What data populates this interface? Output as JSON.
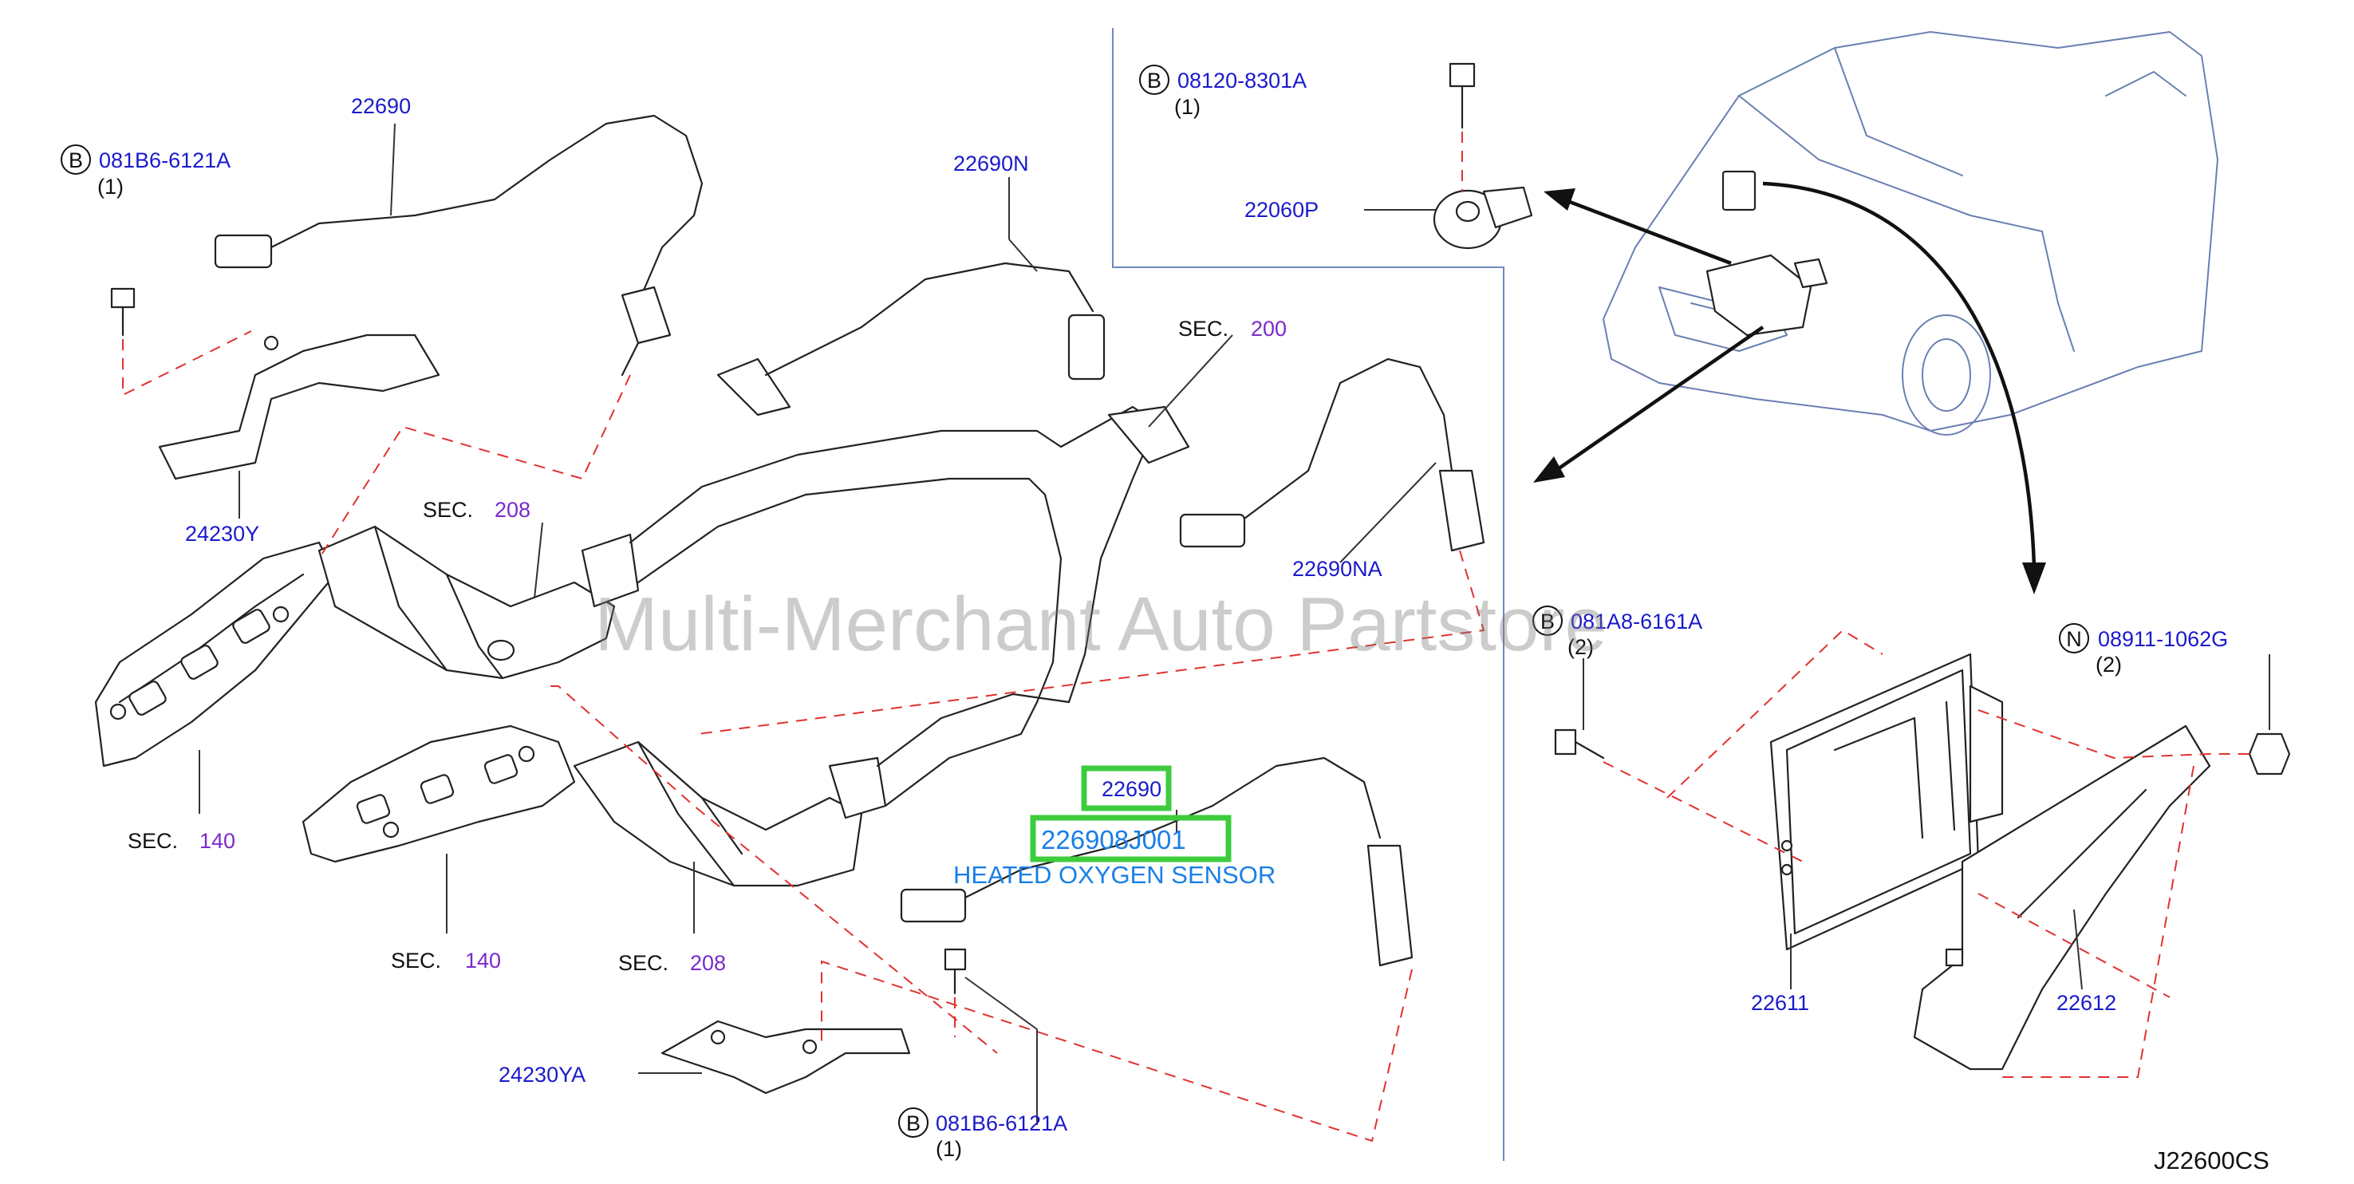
{
  "diagram": {
    "reference_code": "J22600CS",
    "watermark": "Multi-Merchant Auto Partstore",
    "callouts": {
      "sensor_22690_top": "22690",
      "sensor_22690n": "22690N",
      "sensor_22690na": "22690NA",
      "bracket_24230y": "24230Y",
      "bracket_24230ya": "24230YA",
      "knock_sensor": "22060P",
      "control_unit": "22611",
      "control_bracket": "22612",
      "highlight_part": "22690",
      "highlight_number": "226908J001",
      "highlight_name": "HEATED OXYGEN SENSOR"
    },
    "fasteners": [
      {
        "prefix": "B",
        "part": "081B6-6121A",
        "qty": "(1)"
      },
      {
        "prefix": "B",
        "part": "08120-8301A",
        "qty": "(1)"
      },
      {
        "prefix": "B",
        "part": "081A8-6161A",
        "qty": "(2)"
      },
      {
        "prefix": "N",
        "part": "08911-1062G",
        "qty": "(2)"
      },
      {
        "prefix": "B",
        "part": "081B6-6121A",
        "qty": "(1)"
      }
    ],
    "section_refs": [
      {
        "prefix": "SEC.",
        "number": "200"
      },
      {
        "prefix": "SEC.",
        "number": "208"
      },
      {
        "prefix": "SEC.",
        "number": "140"
      },
      {
        "prefix": "SEC.",
        "number": "140"
      },
      {
        "prefix": "SEC.",
        "number": "208"
      }
    ],
    "colors": {
      "callout": "#1a1acc",
      "section_number": "#7a2acc",
      "highlight_box": "#3dcc3d",
      "highlight_text": "#1a7fe6",
      "dash_line": "#e0322f",
      "vehicle_outline": "#6a7fb3"
    }
  }
}
